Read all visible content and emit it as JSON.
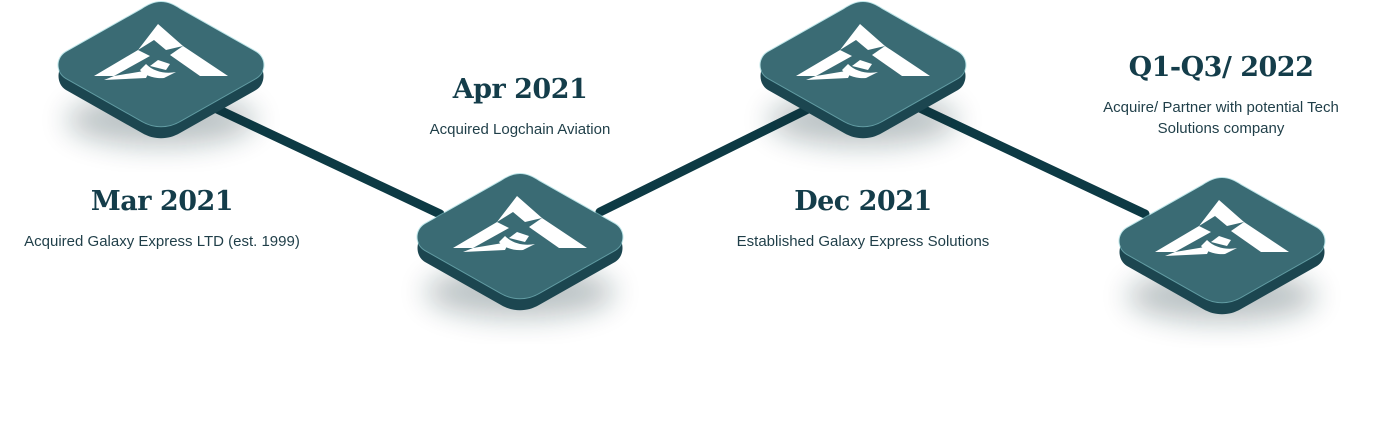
{
  "colors": {
    "tile_top": "#3a6b74",
    "tile_side": "#1c4650",
    "tile_glow": "#8fd3d8",
    "connector": "#0d3a44",
    "date_text": "#143d4a",
    "desc_text": "#1f3e48"
  },
  "logo_icon": "triangular-company-logo",
  "milestones": [
    {
      "date": "Mar 2021",
      "description": "Acquired Galaxy Express LTD (est. 1999)"
    },
    {
      "date": "Apr 2021",
      "description": "Acquired Logchain Aviation"
    },
    {
      "date": "Dec 2021",
      "description": "Established Galaxy Express Solutions"
    },
    {
      "date": "Q1-Q3/ 2022",
      "description": "Acquire/ Partner with potential Tech Solutions company"
    }
  ]
}
